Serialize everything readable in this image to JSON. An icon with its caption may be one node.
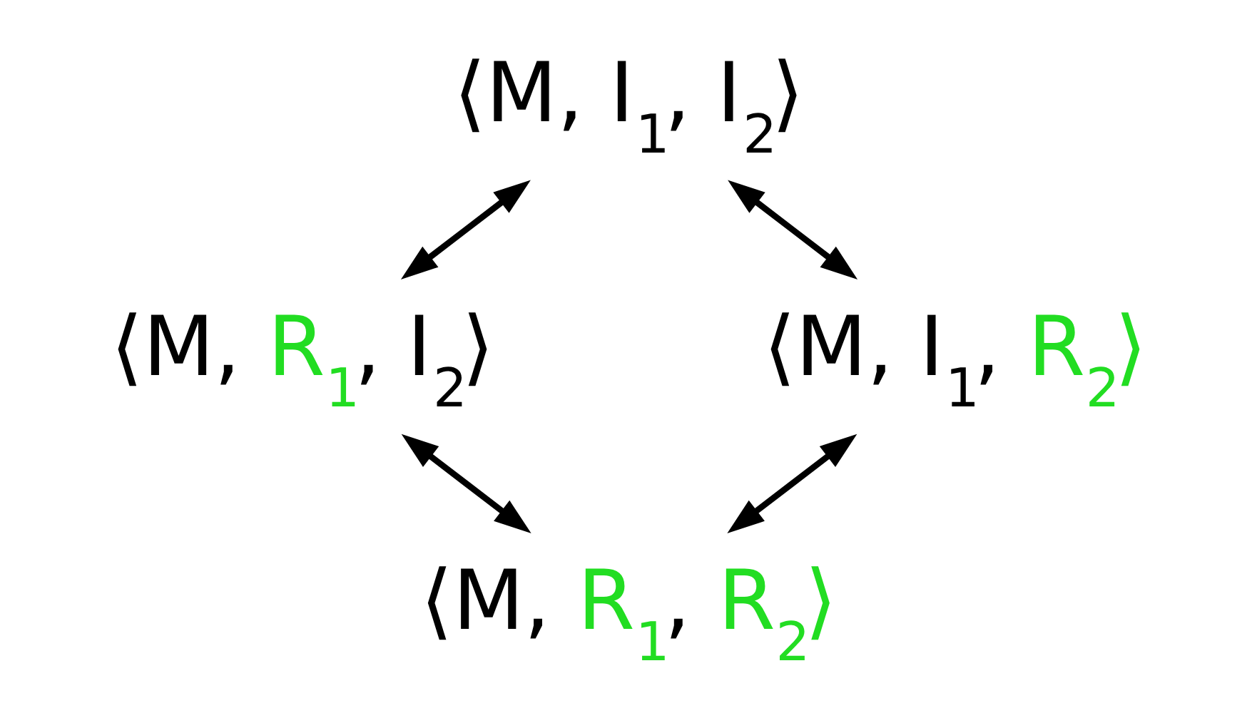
{
  "diagram": {
    "nodes": [
      {
        "text": [
          "⟨M, I$_{1}$, I$_{2}$⟩"
        ]
      },
      {
        "text": [
          "⟨M, R$_{1}$, I$_{2}$⟩"
        ]
      },
      {
        "text": [
          "⟨M, I$_{1}$, R$_{2}$⟩"
        ]
      },
      {
        "text": [
          "⟨M, R$_{1}$, R$_{2}$⟩"
        ]
      }
    ],
    "edges": [
      {
        "from": 0,
        "to": 1,
        "arrow": "both"
      },
      {
        "from": 0,
        "to": 2,
        "arrow": "both"
      },
      {
        "from": 1,
        "to": 3,
        "arrow": "both"
      },
      {
        "from": 2,
        "to": 3,
        "arrow": "both"
      }
    ]
  }
}
